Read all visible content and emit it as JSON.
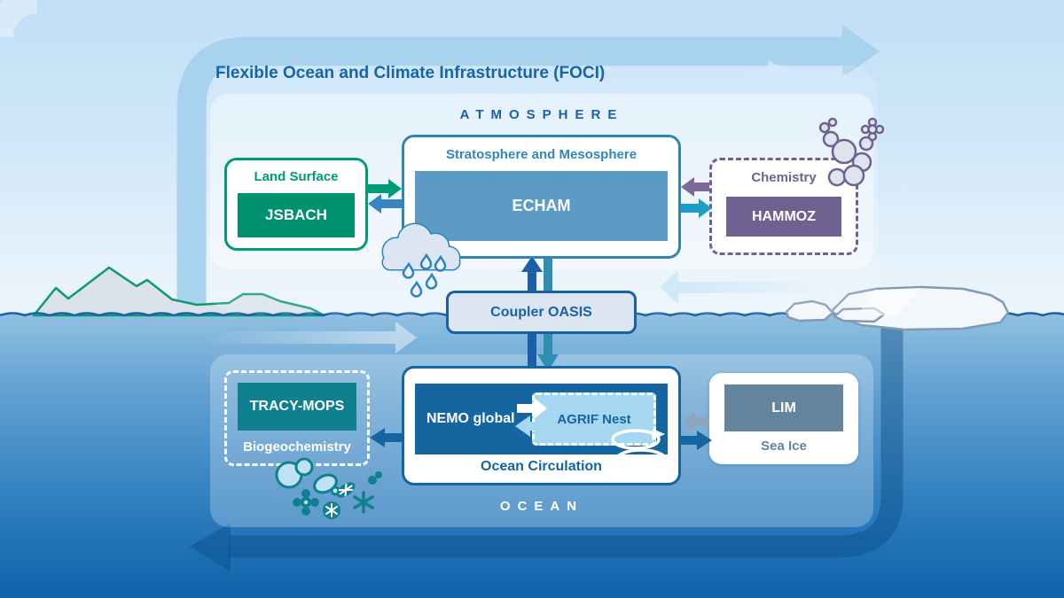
{
  "title": "Flexible Ocean and Climate Infrastructure (FOCI)",
  "atmosphere": {
    "label": "A T M O S P H E R E",
    "label_plain": "ATMOSPHERE",
    "land_surface": {
      "title": "Land Surface",
      "model": "JSBACH"
    },
    "stratosphere": {
      "title": "Stratosphere and Mesosphere",
      "model": "ECHAM"
    },
    "chemistry": {
      "title": "Chemistry",
      "model": "HAMMOZ"
    }
  },
  "coupler": {
    "label": "Coupler OASIS"
  },
  "ocean": {
    "label": "O C E A N",
    "label_plain": "OCEAN",
    "biogeochemistry": {
      "title": "Biogeochemistry",
      "model": "TRACY-MOPS"
    },
    "circulation": {
      "title": "Ocean Circulation",
      "model_global": "NEMO global",
      "model_nest": "AGRIF Nest"
    },
    "sea_ice": {
      "title": "Sea Ice",
      "model": "LIM"
    }
  },
  "colors": {
    "title_blue": "#1565a8",
    "dark_blue": "#1a5fa8",
    "nemo_blue": "#1565a0",
    "steel_blue": "#5b9bc6",
    "box_border_blue": "#2d86b4",
    "green": "#009b77",
    "green_fill": "#00916f",
    "purple": "#6f6190",
    "teal": "#11808e",
    "slate": "#64839c",
    "agrif_light_blue": "#a6d7f2",
    "coupler_fill": "#dbe6f2",
    "sky_top": "#c3dff5",
    "water_deep": "#0f63a9",
    "light_arrow": "#a9d2ef"
  },
  "decorations": [
    "atmosphere-circulation-arrow",
    "wind-loop-ellipse",
    "rain-cloud-icon",
    "chemistry-molecules-icon",
    "mountains-icon",
    "iceberg-icon",
    "surface-current-arrow",
    "subsurface-current-arrow",
    "deep-circulation-arrow",
    "plankton-icon",
    "ocean-eddies-icon"
  ]
}
